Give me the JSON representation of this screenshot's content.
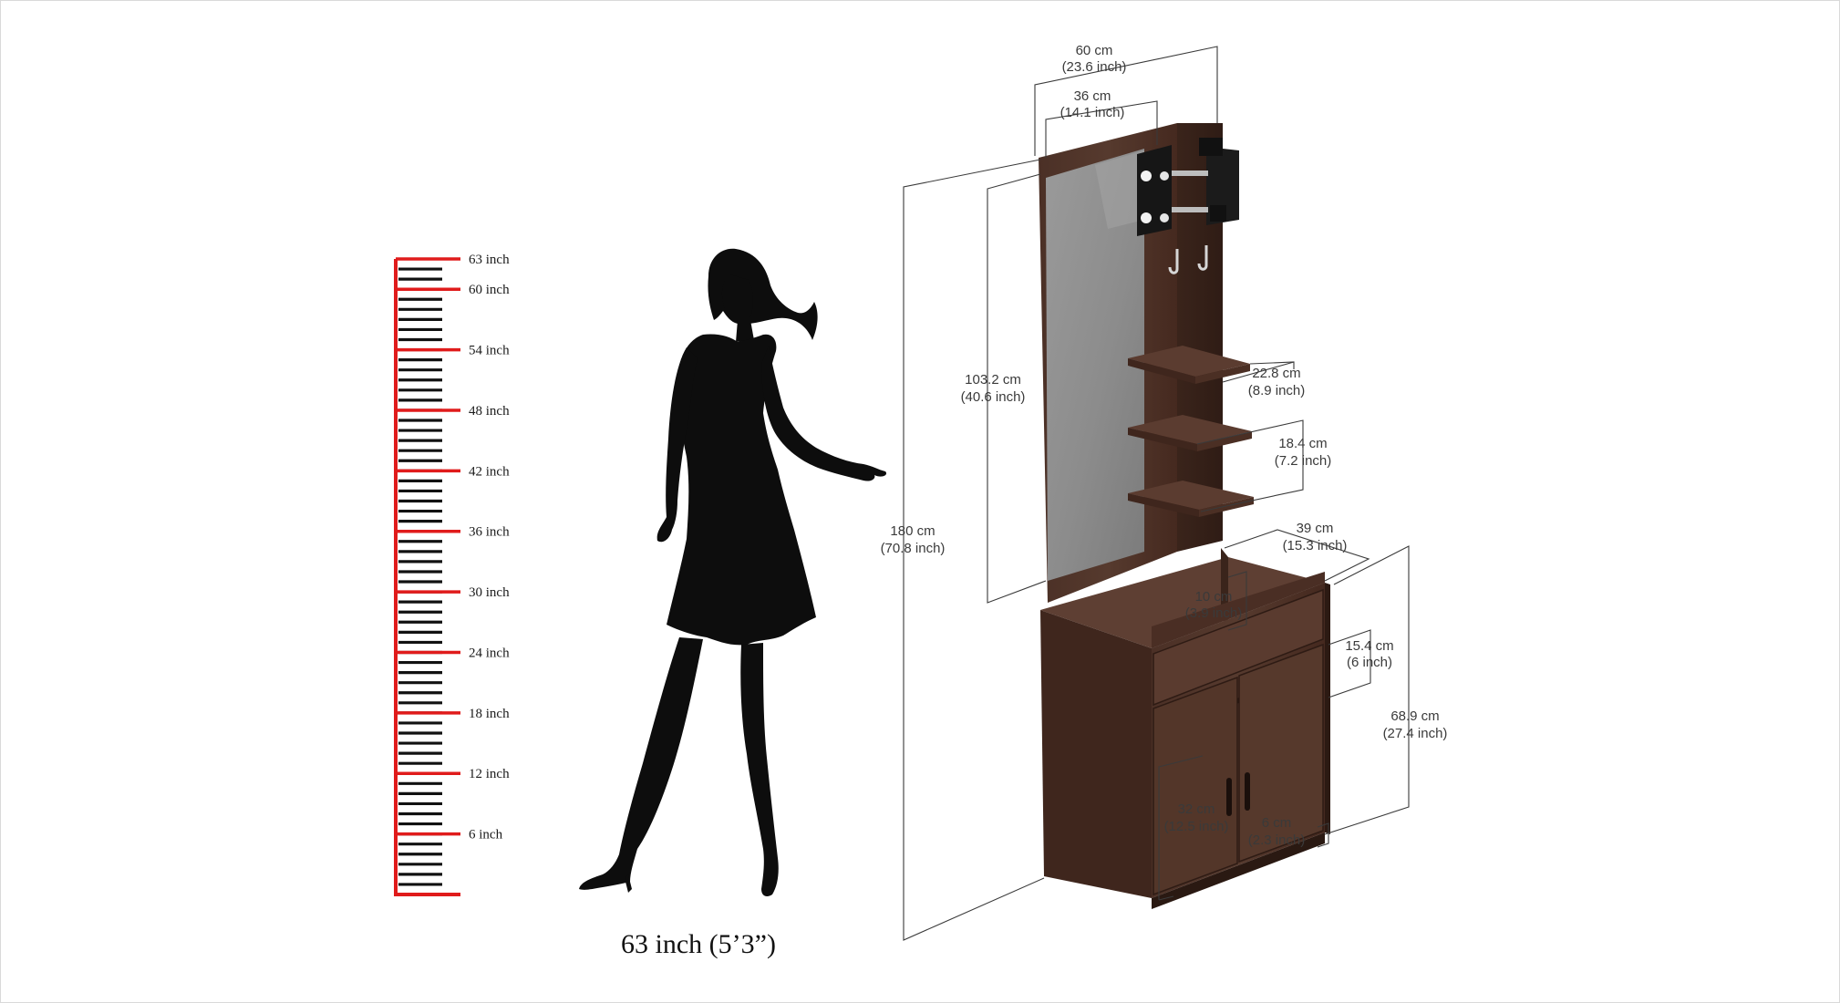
{
  "height_scale": {
    "labels": [
      "63 inch",
      "60 inch",
      "54 inch",
      "48 inch",
      "42 inch",
      "36 inch",
      "30 inch",
      "24 inch",
      "18 inch",
      "12 inch",
      "6 inch"
    ],
    "max_inch": 63,
    "ruler_color": "#e01b1b",
    "tick_color": "#111111"
  },
  "person": {
    "height_label": "63 inch (5’3”)",
    "icon": "woman-silhouette-icon"
  },
  "product": {
    "body_color": "#4a2f25",
    "body_dark": "#38231b",
    "mirror_color": "#8e8e8e",
    "accessories": [
      "lights-icon",
      "hooks-icon"
    ],
    "dimensions": {
      "total_width": [
        "60 cm",
        "(23.6 inch)"
      ],
      "mirror_width": [
        "36 cm",
        "(14.1 inch)"
      ],
      "mirror_height": [
        "103.2 cm",
        "(40.6 inch)"
      ],
      "total_height": [
        "180 cm",
        "(70.8 inch)"
      ],
      "shelf_width": [
        "22.8 cm",
        "(8.9 inch)"
      ],
      "shelf_gap": [
        "18.4 cm",
        "(7.2 inch)"
      ],
      "cabinet_depth": [
        "39 cm",
        "(15.3 inch)"
      ],
      "top_recess": [
        "10 cm",
        "(3.9 inch)"
      ],
      "drawer_height": [
        "15.4 cm",
        "(6 inch)"
      ],
      "cabinet_height": [
        "68.9 cm",
        "(27.4 inch)"
      ],
      "door_height": [
        "32 cm",
        "(12.5 inch)"
      ],
      "plinth_height": [
        "6 cm",
        "(2.3 inch)"
      ]
    }
  }
}
